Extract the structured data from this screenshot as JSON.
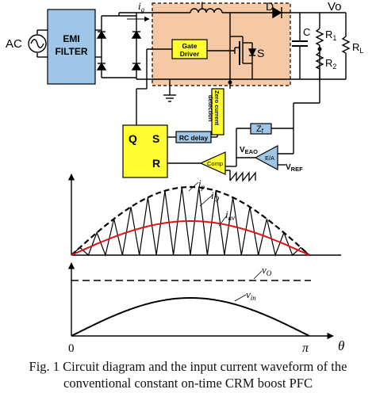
{
  "circuit": {
    "ac_label": "AC",
    "emi_line1": "EMI",
    "emi_line2": "FILTER",
    "ig_main": "i",
    "ig_sub": "g",
    "inductor_label": "L",
    "diode_label": "D",
    "vo_label": "Vo",
    "gate_line1": "Gate",
    "gate_line2": "Driver",
    "switch_label": "S",
    "cap_label": "C",
    "r1_main": "R",
    "r1_sub": "1",
    "r2_main": "R",
    "r2_sub": "2",
    "rl_main": "R",
    "rl_sub": "L",
    "zcd_line1": "Zero current",
    "zcd_line2": "detection",
    "rc_delay": "RC delay",
    "zf_main": "Z",
    "zf_sub": "f",
    "latch_q": "Q",
    "latch_s": "S",
    "latch_r": "R",
    "comp_label": "Comp",
    "ea_label": "E/A",
    "veao_main": "V",
    "veao_sub": "EAO",
    "vref_main": "V",
    "vref_sub": "REF"
  },
  "waveform": {
    "ip_main": "i",
    "ip_sub": "p",
    "iq_main": "i",
    "iq_sub": "Q",
    "iav_main": "i",
    "iav_sub": "av",
    "vo_main": "v",
    "vo_sub": "O",
    "vin_main": "v",
    "vin_sub": "in",
    "origin_label": "0",
    "pi_label": "π",
    "theta_label": "θ",
    "triangle_count": 14
  },
  "colors": {
    "pfc_box": "#f5c9a6",
    "yellow": "#ffff33",
    "blue_box": "#9fc6e7",
    "avg_curve": "#e01010"
  },
  "caption": {
    "line1": "Fig. 1 Circuit diagram and the input current waveform of the",
    "line2": "conventional constant on-time CRM boost PFC"
  }
}
